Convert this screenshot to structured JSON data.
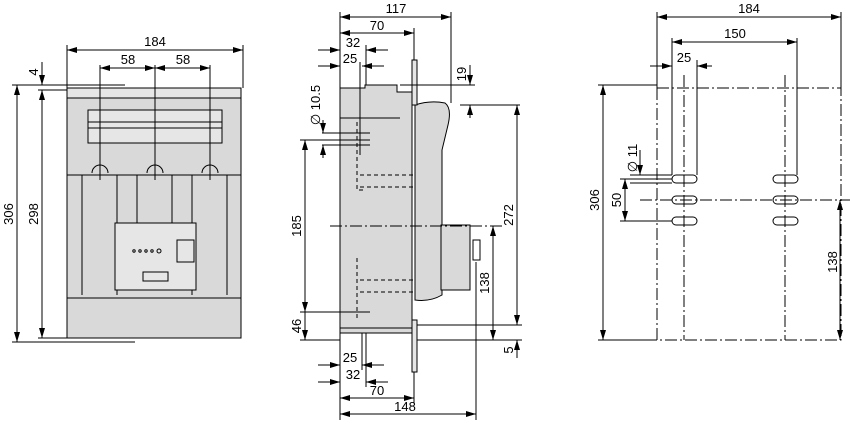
{
  "front_view": {
    "width_total": "184",
    "pitch_left": "58",
    "pitch_right": "58",
    "offset_top": "4",
    "height_total": "306",
    "height_body": "298"
  },
  "side_view": {
    "depth_117": "117",
    "depth_70_top": "70",
    "dist_32_top": "32",
    "dist_25_top": "25",
    "offset_19": "19",
    "hole_dia": "∅ 10.5",
    "dist_185": "185",
    "dist_46": "46",
    "dist_272": "272",
    "dist_138": "138",
    "offset_5": "5",
    "dist_25_bottom": "25",
    "dist_32_bottom": "32",
    "depth_70_bottom": "70",
    "depth_148": "148"
  },
  "mounting_view": {
    "width_total": "184",
    "hole_pitch": "150",
    "slot_len": "25",
    "hole_dia": "∅ 11",
    "slot_pitch": "50",
    "height_total": "306",
    "dist_138": "138"
  }
}
